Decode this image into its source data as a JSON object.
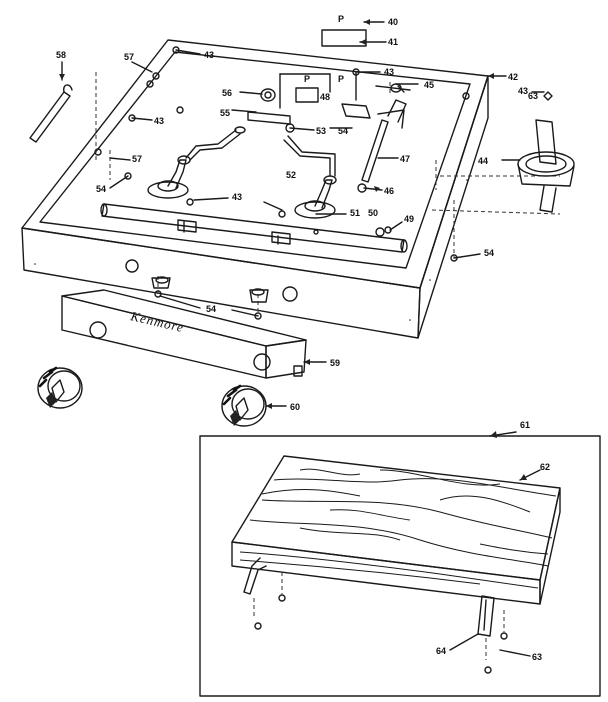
{
  "diagram": {
    "brand_text": "Kenmore",
    "callouts": {
      "p1": "P",
      "p2": "P",
      "p3": "P",
      "c40": "40",
      "c41": "41",
      "c42": "42",
      "c43a": "43",
      "c43b": "43",
      "c43c": "43",
      "c43d": "43",
      "c43e": "43",
      "c44": "44",
      "c45": "45",
      "c46": "46",
      "c47": "47",
      "c48": "48",
      "c49": "49",
      "c50": "50",
      "c51": "51",
      "c52": "52",
      "c53": "53",
      "c54a": "54",
      "c54b": "54",
      "c54c": "54",
      "c54d": "54",
      "c55": "55",
      "c56": "56",
      "c57a": "57",
      "c57b": "57",
      "c58": "58",
      "c59": "59",
      "c60": "60",
      "c61": "61",
      "c62": "62",
      "c63a": "63",
      "c63b": "63",
      "c64": "64"
    }
  }
}
